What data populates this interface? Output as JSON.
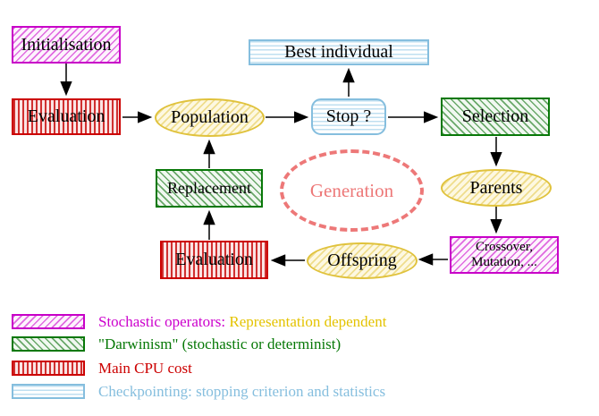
{
  "nodes": {
    "initialisation": {
      "label": "Initialisation"
    },
    "evaluation_top": {
      "label": "Evaluation"
    },
    "population": {
      "label": "Population"
    },
    "best_individual": {
      "label": "Best individual"
    },
    "stop": {
      "label": "Stop ?"
    },
    "selection": {
      "label": "Selection"
    },
    "parents": {
      "label": "Parents"
    },
    "crossover": {
      "line1": "Crossover,",
      "line2": "Mutation, ..."
    },
    "offspring": {
      "label": "Offspring"
    },
    "evaluation_bottom": {
      "label": "Evaluation"
    },
    "replacement": {
      "label": "Replacement"
    },
    "generation": {
      "label": "Generation"
    }
  },
  "legend": {
    "items": [
      {
        "swatch": "magenta-diagonal-hatch",
        "parts": [
          {
            "text": "Stochastic operators:",
            "color": "#cc00cc"
          },
          {
            "text": "Representation dependent",
            "color": "#e4c300"
          }
        ]
      },
      {
        "swatch": "green-diagonal-hatch",
        "parts": [
          {
            "text": "\"Darwinism\" (stochastic or determinist)",
            "color": "#067806"
          }
        ]
      },
      {
        "swatch": "red-vertical-stripes",
        "parts": [
          {
            "text": "Main CPU cost",
            "color": "#cc0000"
          }
        ]
      },
      {
        "swatch": "cyan-horizontal-stripes",
        "parts": [
          {
            "text": "Checkpointing: stopping criterion and statistics",
            "color": "#85bede"
          }
        ]
      }
    ]
  },
  "colors": {
    "magenta_border": "#c800c8",
    "magenta_hatch": "#e06ae0",
    "red_border": "#cc0000",
    "red_stripe": "#d03030",
    "green_border": "#087808",
    "green_hatch": "#69a869",
    "yellow_border": "#e0c23c",
    "yellow_hatch": "#efdd8d",
    "cyan_border": "#85bede",
    "cyan_stripe": "#bfdff0",
    "salmon_dashed": "#ed7878",
    "arrow": "#000000",
    "background": "#ffffff"
  }
}
